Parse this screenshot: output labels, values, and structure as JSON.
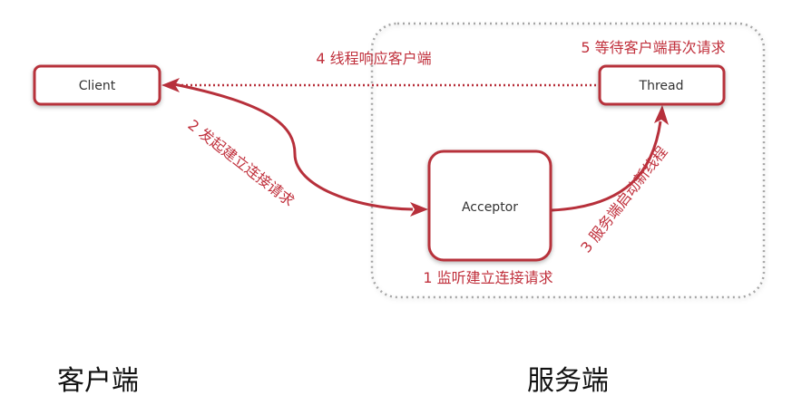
{
  "colors": {
    "accent": "#b7303b",
    "label": "#c0303c",
    "boundary": "#a6a6a6"
  },
  "nodes": {
    "client": "Client",
    "thread": "Thread",
    "acceptor": "Acceptor"
  },
  "steps": {
    "step1": "1 监听建立连接请求",
    "step2": "2 发起建立连接请求",
    "step3": "3 服务端启动新线程",
    "step4": "4 线程响应客户端",
    "step5": "5 等待客户端再次请求"
  },
  "sides": {
    "client_side": "客户端",
    "server_side": "服务端"
  }
}
